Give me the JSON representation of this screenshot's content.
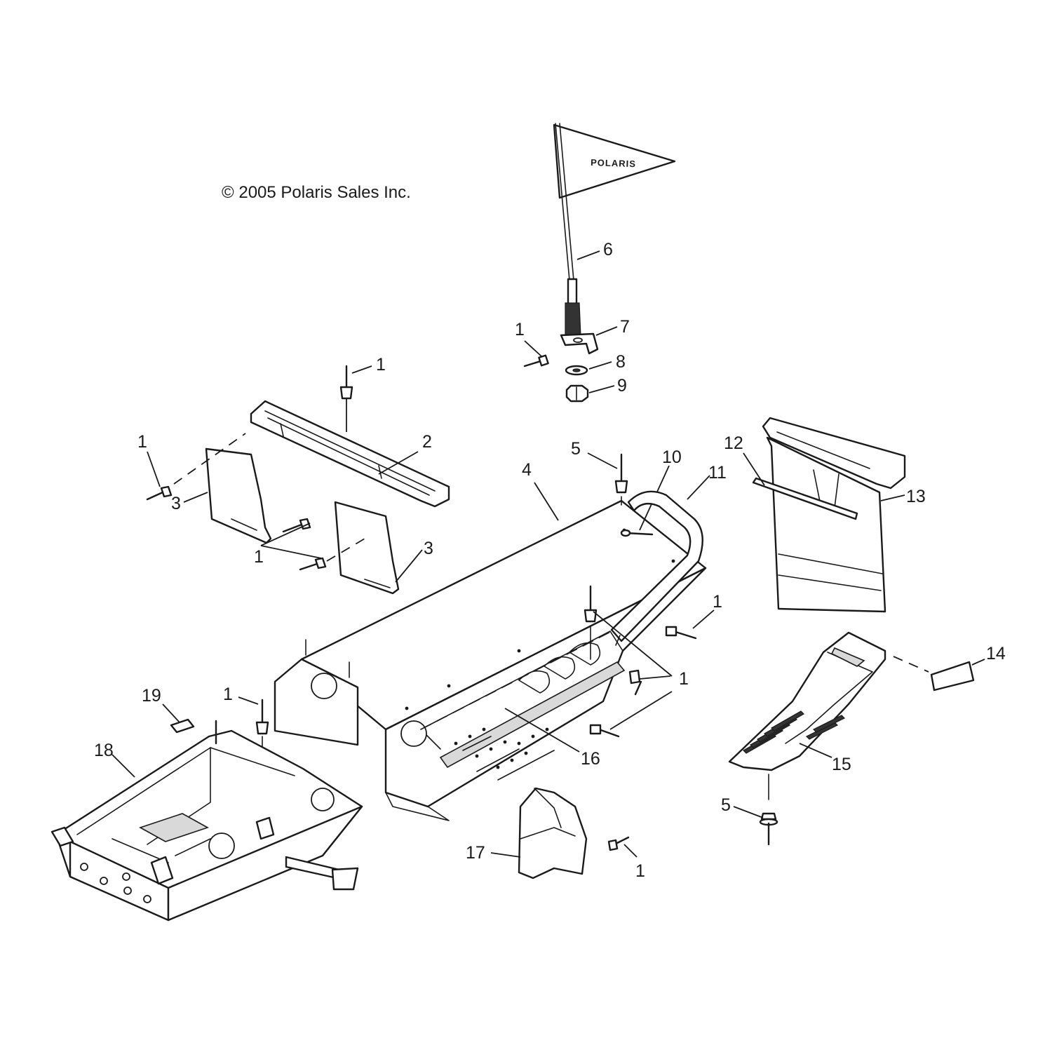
{
  "copyright": "© 2005 Polaris Sales Inc.",
  "flag_logo_text": "POLARIS",
  "callouts": {
    "c1_flag_bolt": "1",
    "c1_rail_bolt": "1",
    "c1_left_rivet": "1",
    "c1_panel_rivets": "1",
    "c1_right_bolt": "1",
    "c1_center_bolts": "1",
    "c1_box_bolt": "1",
    "c1_bottom_rivet": "1",
    "c2": "2",
    "c3_upper": "3",
    "c3_lower": "3",
    "c4": "4",
    "c5_top": "5",
    "c5_bottom": "5",
    "c6": "6",
    "c7": "7",
    "c8": "8",
    "c9": "9",
    "c10": "10",
    "c11": "11",
    "c12": "12",
    "c13": "13",
    "c14": "14",
    "c15": "15",
    "c16": "16",
    "c17": "17",
    "c18": "18",
    "c19": "19"
  }
}
